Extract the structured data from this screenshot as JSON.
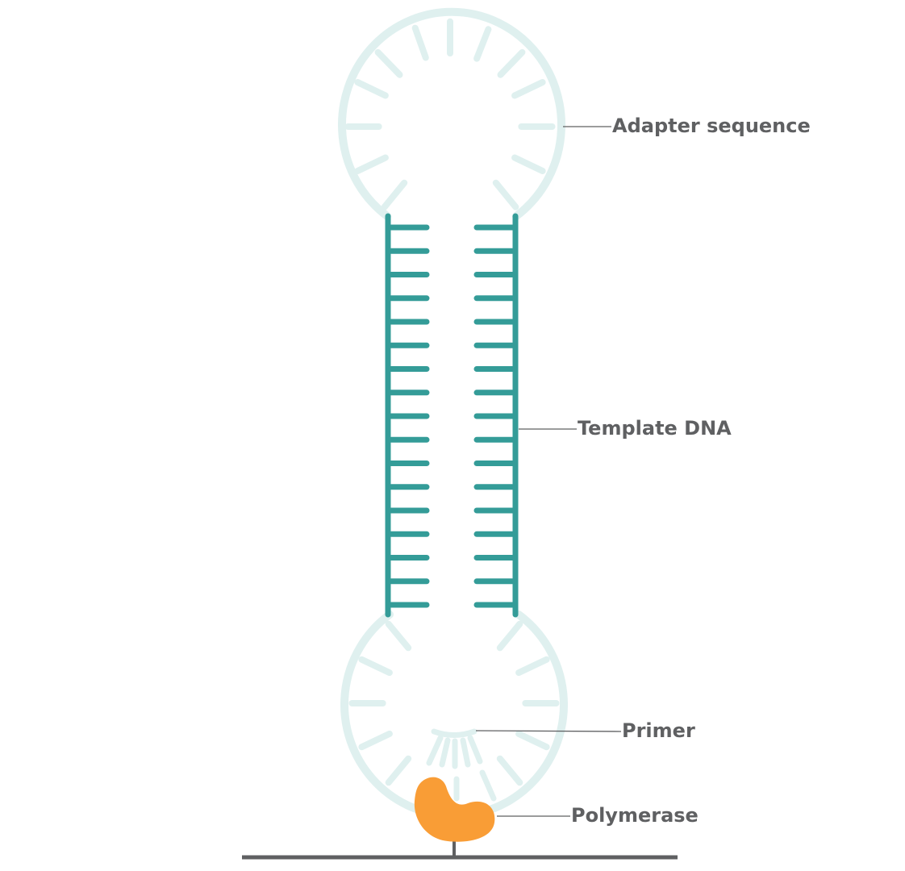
{
  "labels": {
    "adapter": "Adapter sequence",
    "template": "Template DNA",
    "primer": "Primer",
    "polymerase": "Polymerase"
  },
  "colors": {
    "template_strand": "#349c98",
    "adapter_loop": "#dff0ef",
    "polymerase": "#f99d36",
    "leader_line": "#5f6062",
    "surface": "#5f6062",
    "label_text": "#5f6062"
  },
  "template_base_pairs_per_strand": 17
}
